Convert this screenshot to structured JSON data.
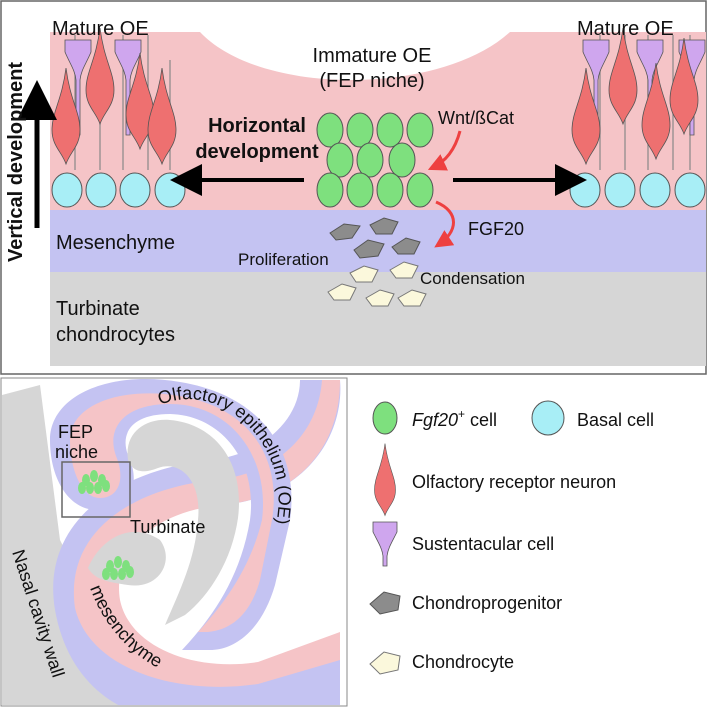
{
  "top_panel": {
    "mature_oe_left": "Mature OE",
    "mature_oe_right": "Mature OE",
    "immature_oe_line1": "Immature OE",
    "immature_oe_line2": "(FEP niche)",
    "horizontal_line1": "Horizontal",
    "horizontal_line2": "development",
    "vertical_development": "Vertical development",
    "wnt_label": "Wnt/ßCat",
    "fgf20_label": "FGF20",
    "mesenchyme": "Mesenchyme",
    "proliferation": "Proliferation",
    "condensation": "Condensation",
    "turbinate_line1": "Turbinate",
    "turbinate_line2": "chondrocytes"
  },
  "bottom_panel": {
    "fep_line1": "FEP",
    "fep_line2": "niche",
    "turbinate": "Turbinate",
    "olfactory_epithelium": "Olfactory epithelium (OE)",
    "mesenchyme": "mesenchyme",
    "nasal_cavity_wall": "Nasal cavity wall"
  },
  "legend": {
    "fgf20_name": "Fgf20",
    "fgf20_sup": "+",
    "fgf20_suffix": " cell",
    "basal_cell": "Basal cell",
    "olfactory_receptor_neuron": "Olfactory receptor neuron",
    "sustentacular_cell": "Sustentacular cell",
    "chondroprogenitor": "Chondroprogenitor",
    "chondrocyte": "Chondrocyte"
  },
  "colors": {
    "epithelium_pink": "#f5c4c7",
    "mesenchyme_blue": "#c4c3f2",
    "cartilage_gray": "#d6d6d6",
    "fgf20_green": "#7ee07e",
    "basal_cyan": "#a8eef6",
    "neuron_red": "#ee7070",
    "sustentacular_purple": "#cfa6ee",
    "chondroprogenitor_gray": "#8c8c8c",
    "chondrocyte_cream": "#fbf8dc",
    "signal_arrow_red": "#ee4040"
  },
  "icons": [
    "fgf20-cell-icon",
    "basal-cell-icon",
    "neuron-icon",
    "sustentacular-cell-icon",
    "chondroprogenitor-icon",
    "chondrocyte-icon",
    "arrow-icon"
  ]
}
